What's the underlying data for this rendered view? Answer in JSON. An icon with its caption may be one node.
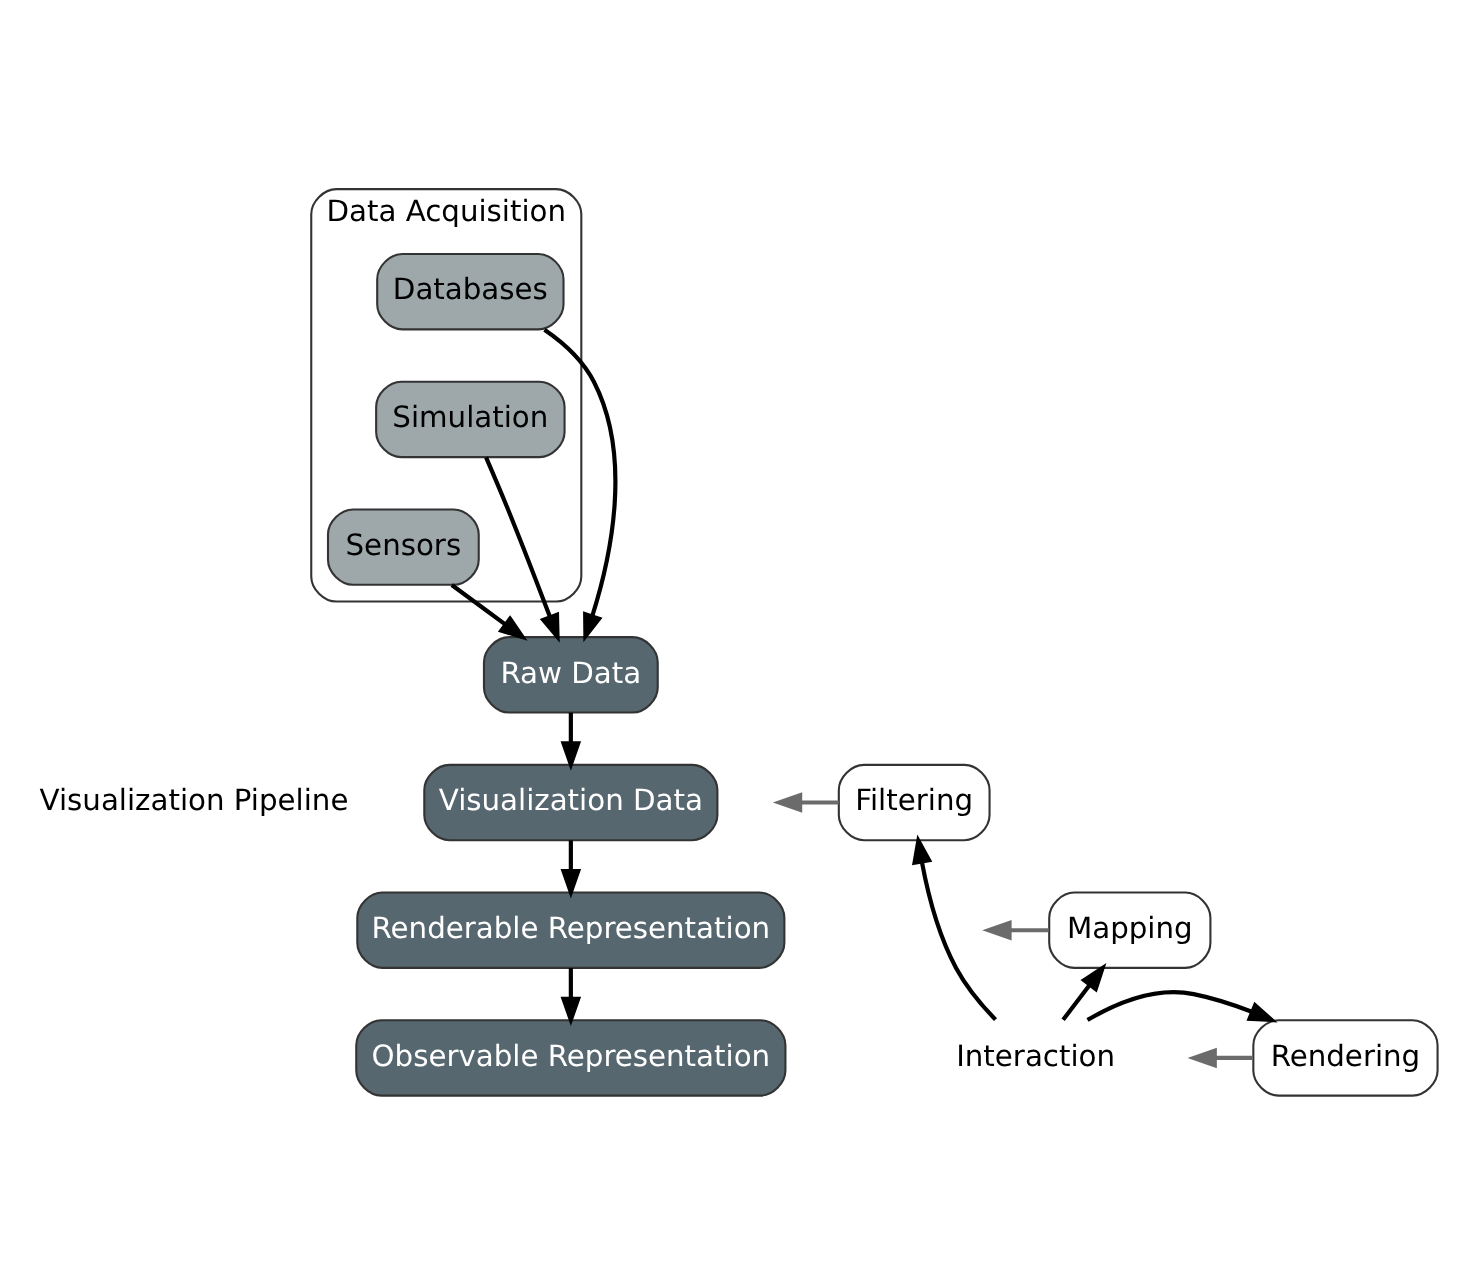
{
  "diagram": {
    "nodes": [
      {
        "text": [
          "Data Acquisition"
        ]
      },
      {
        "text": [
          "Databases"
        ],
        "in": 0
      },
      {
        "text": [
          "Simulation"
        ],
        "in": 0
      },
      {
        "text": [
          "Sensors"
        ],
        "in": 0
      },
      {
        "text": [
          "Raw Data"
        ]
      },
      {
        "text": [
          "Visualization Data"
        ]
      },
      {
        "text": [
          "Renderable Representation"
        ]
      },
      {
        "text": [
          "Observable Representation"
        ]
      },
      {
        "text": [
          "Filtering"
        ]
      },
      {
        "text": [
          "Mapping"
        ]
      },
      {
        "text": [
          "Rendering"
        ]
      },
      {
        "text": [
          "Interaction"
        ]
      }
    ],
    "edges": [
      {
        "from": 1,
        "to": 4,
        "arrow": "to"
      },
      {
        "from": 2,
        "to": 4,
        "arrow": "to"
      },
      {
        "from": 3,
        "to": 4,
        "arrow": "to"
      },
      {
        "from": 4,
        "to": 5,
        "arrow": "to"
      },
      {
        "from": 5,
        "to": 6,
        "arrow": "to"
      },
      {
        "from": 6,
        "to": 7,
        "arrow": "to"
      },
      {
        "from": 8,
        "to": null,
        "arrow": "to",
        "color": "#6b6b6b"
      },
      {
        "from": 9,
        "to": null,
        "arrow": "to",
        "color": "#6b6b6b"
      },
      {
        "from": 10,
        "to": null,
        "arrow": "to",
        "color": "#6b6b6b"
      },
      {
        "from": 11,
        "to": 8,
        "arrow": "to"
      },
      {
        "from": 11,
        "to": 9,
        "arrow": "to"
      },
      {
        "from": 11,
        "to": 10,
        "arrow": "to"
      }
    ],
    "labels": [
      "Visualization Pipeline"
    ]
  }
}
